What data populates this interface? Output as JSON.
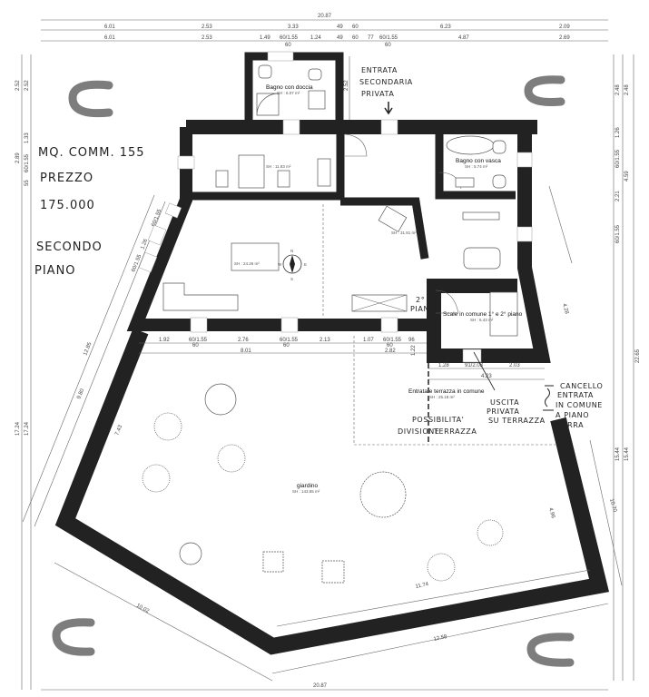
{
  "plan": {
    "watermark_letter": "C",
    "dims_top": {
      "total": "20.87",
      "row2": [
        "6.01",
        "2.53",
        "3.33",
        "49",
        "60",
        "6.23",
        "2.09"
      ],
      "row3": [
        "6.01",
        "2.53",
        "1.49",
        "60/1.55",
        "1.24",
        "49",
        "60",
        "77",
        "60/1.55",
        "4.87",
        "2.69"
      ],
      "row3_sub": [
        "60",
        "60"
      ]
    },
    "dims_left": [
      "2.52",
      "2.52",
      "2.89",
      "1.33",
      "60/1.55",
      "55",
      "17.24",
      "17.24"
    ],
    "dims_right": [
      "2.48",
      "2.48",
      "1.26",
      "60/1.55",
      "4.59",
      "2.21",
      "60/1.55",
      "15.44",
      "15.44",
      "22.65",
      "4.28",
      "4.96",
      "10.70"
    ],
    "dims_diag_left": [
      "12.85",
      "9.80",
      "7.43",
      "1.26",
      "60/1.55",
      "60/1.55"
    ],
    "dims_inner": [
      "1.92",
      "60/1.55",
      "2.76",
      "60/1.55",
      "2.13",
      "1.07",
      "60/1.55",
      "96",
      "8.01",
      "2.82",
      "1.28",
      "91/2.03",
      "2.03",
      "4.23",
      "60",
      "60",
      "60",
      "2.52",
      "1.22"
    ],
    "dims_bottom": [
      "10.02",
      "12.58",
      "11.74",
      "20.87",
      "4.96"
    ],
    "rooms": [
      {
        "name": "Bagno con doccia",
        "area": "SH : 6.07 m²"
      },
      {
        "name": "",
        "area": "SH : 11.83 m²"
      },
      {
        "name": "Bagno con vasca",
        "area": "SH : 5.74 m²"
      },
      {
        "name": "",
        "area": "SH : 24.26 m²"
      },
      {
        "name": "",
        "area": "SH : 31.81 m²"
      },
      {
        "name": "Scale in comune 1° e 2° piano",
        "area": "SH : 6.43 m²"
      },
      {
        "name": "Entrata e terrazza in comune",
        "area": "SH : 25.18 m²"
      },
      {
        "name": "giardino",
        "area": "SH : 143.65 m²"
      }
    ],
    "compass": {
      "n": "N",
      "s": "S",
      "w": "W",
      "e": "E"
    }
  },
  "notes": {
    "mq": "MQ. COMM. 155",
    "prezzo": "PREZZO",
    "price": "175.000",
    "floor": [
      "SECONDO",
      "PIANO"
    ],
    "entrance": [
      "ENTRATA",
      "SECONDARIA",
      "PRIVATA"
    ],
    "floor2": [
      "2°",
      "PIANO"
    ],
    "exit": [
      "USCITA",
      "PRIVATA",
      "SU TERRAZZA"
    ],
    "division": [
      "POSSIBILITA'",
      "DIVISIONE",
      "TERRAZZA"
    ],
    "gate": [
      "CANCELLO",
      "ENTRATA",
      "IN COMUNE",
      "A PIANO",
      "TERRA"
    ]
  }
}
